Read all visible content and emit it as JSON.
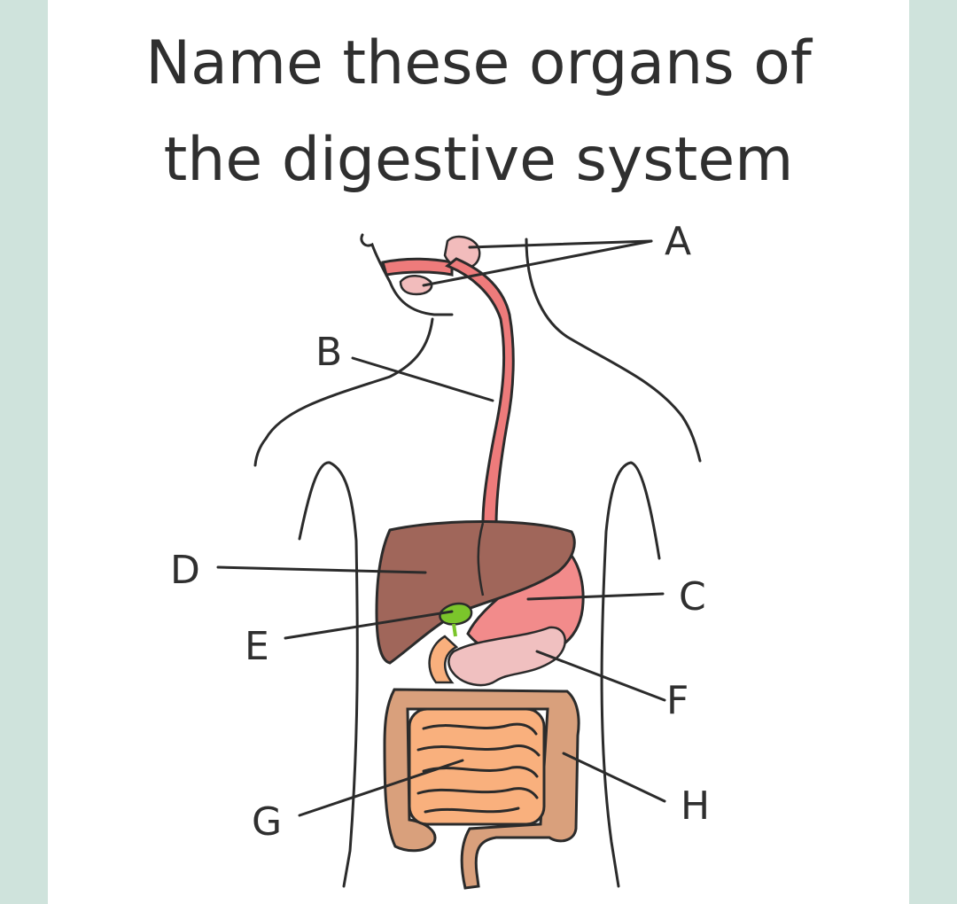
{
  "title": {
    "line1": "Name these organs of",
    "line2": "the digestive system"
  },
  "labels": {
    "a": "A",
    "b": "B",
    "c": "C",
    "d": "D",
    "e": "E",
    "f": "F",
    "g": "G",
    "h": "H"
  },
  "colors": {
    "background": "#cfe3dc",
    "esophagus": "#ee7b7b",
    "liver": "#a0665a",
    "stomach": "#f28b8b",
    "gallbladder": "#7bc52b",
    "pancreas": "#f0c0c0",
    "small_intestine": "#f9b07d",
    "large_intestine": "#d9a07c"
  }
}
